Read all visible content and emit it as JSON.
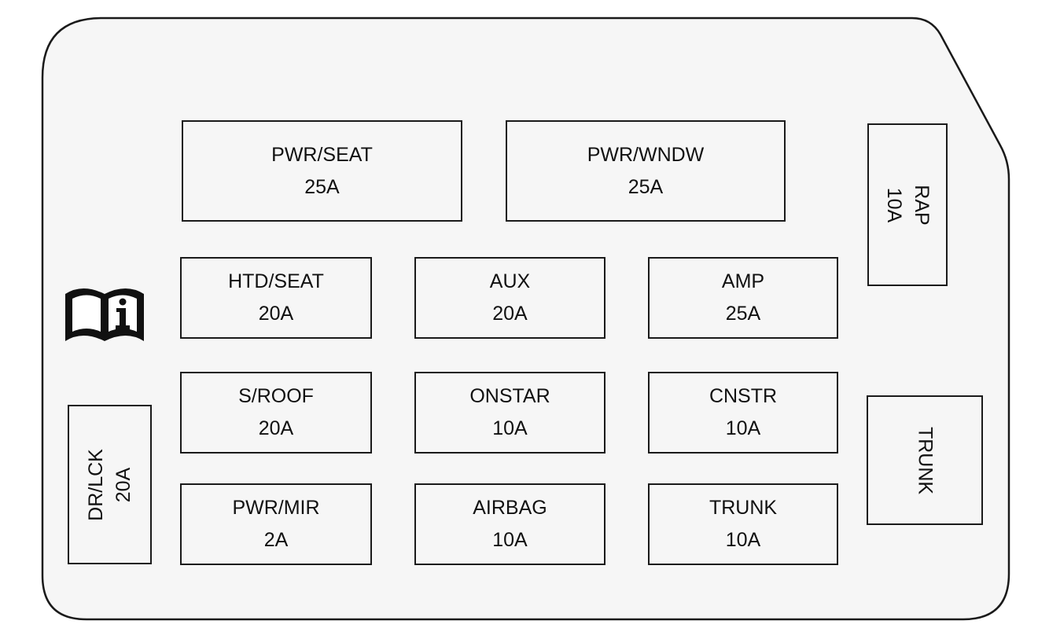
{
  "colors": {
    "panel_fill": "#f6f6f6",
    "outline": "#1a1a1a",
    "text": "#111111"
  },
  "icons": {
    "manual": "owners-manual-info-icon"
  },
  "fuses": {
    "pwr_seat": {
      "name": "PWR/SEAT",
      "rating": "25A"
    },
    "pwr_wndw": {
      "name": "PWR/WNDW",
      "rating": "25A"
    },
    "rap": {
      "name": "RAP",
      "rating": "10A"
    },
    "htd_seat": {
      "name": "HTD/SEAT",
      "rating": "20A"
    },
    "aux": {
      "name": "AUX",
      "rating": "20A"
    },
    "amp": {
      "name": "AMP",
      "rating": "25A"
    },
    "s_roof": {
      "name": "S/ROOF",
      "rating": "20A"
    },
    "onstar": {
      "name": "ONSTAR",
      "rating": "10A"
    },
    "cnstr": {
      "name": "CNSTR",
      "rating": "10A"
    },
    "trunk_relay": {
      "name": "TRUNK"
    },
    "dr_lck": {
      "name": "DR/LCK",
      "rating": "20A"
    },
    "pwr_mir": {
      "name": "PWR/MIR",
      "rating": "2A"
    },
    "airbag": {
      "name": "AIRBAG",
      "rating": "10A"
    },
    "trunk": {
      "name": "TRUNK",
      "rating": "10A"
    }
  }
}
